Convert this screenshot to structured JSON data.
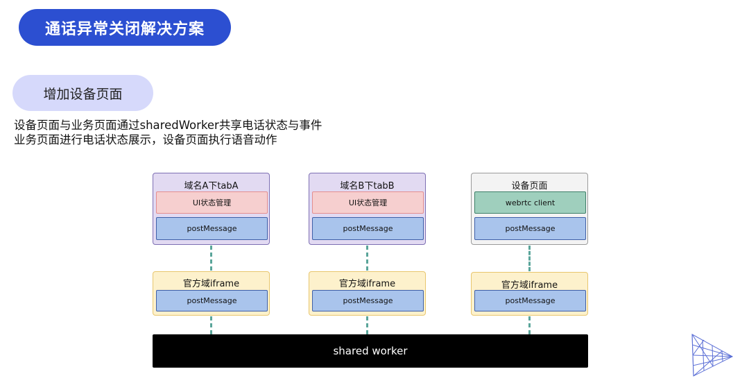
{
  "title": "通话异常关闭解决方案",
  "section": "增加设备页面",
  "description": {
    "line1": "设备页面与业务页面通过sharedWorker共享电话状态与事件",
    "line2": "业务页面进行电话状态展示，设备页面执行语音动作"
  },
  "diagram": {
    "pages": [
      {
        "title": "域名A下tabA",
        "top_block": "UI状态管理",
        "bottom_block": "postMessage"
      },
      {
        "title": "域名B下tabB",
        "top_block": "UI状态管理",
        "bottom_block": "postMessage"
      },
      {
        "title": "设备页面",
        "top_block": "webrtc client",
        "bottom_block": "postMessage"
      }
    ],
    "iframes": [
      {
        "title": "官方域iframe",
        "block": "postMessage"
      },
      {
        "title": "官方域iframe",
        "block": "postMessage"
      },
      {
        "title": "官方域iframe",
        "block": "postMessage"
      }
    ],
    "worker": "shared worker"
  },
  "colors": {
    "title_pill": "#2c4fd1",
    "section_pill": "#d6d9fb",
    "page_box": "#e2daf2",
    "iframe_box": "#fdf1cc",
    "ui_block": "#f6cfcf",
    "post_message_block": "#a9c4ec",
    "webrtc_block": "#9fcfbd",
    "connector": "#5aa59a"
  },
  "icons": {
    "logo": "wireframe-prism-logo"
  }
}
